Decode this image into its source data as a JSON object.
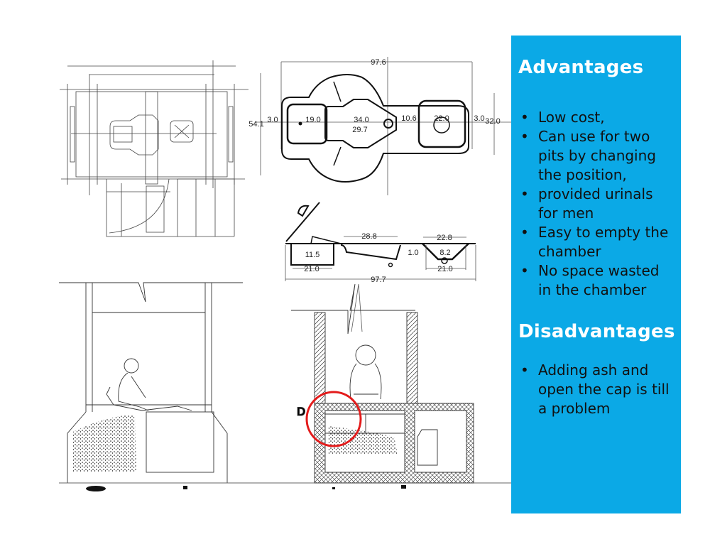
{
  "plan_view": {
    "dims": [
      "97.6",
      "54.1",
      "3.0",
      "19.0",
      "34.0",
      "29.7",
      "10.6",
      "22.0",
      "3.0",
      "32.0"
    ]
  },
  "side_view": {
    "dims": [
      "11.5",
      "21.0",
      "28.8",
      "22.8",
      "1.0",
      "8.2",
      "21.0",
      "97.7"
    ]
  },
  "section": {
    "marker_label": "D"
  },
  "colors": {
    "panel": "#0ba9e6",
    "highlight": "#e31b1b"
  },
  "panel": {
    "advantages_title": "Advantages",
    "advantages": [
      "Low cost,",
      "Can use for two pits by changing the position,",
      "provided  urinals for men",
      "Easy to empty the chamber",
      "No space wasted in the chamber"
    ],
    "disadvantages_title": "Disadvantages",
    "disadvantages": [
      "Adding ash and open the cap is till a problem"
    ]
  }
}
